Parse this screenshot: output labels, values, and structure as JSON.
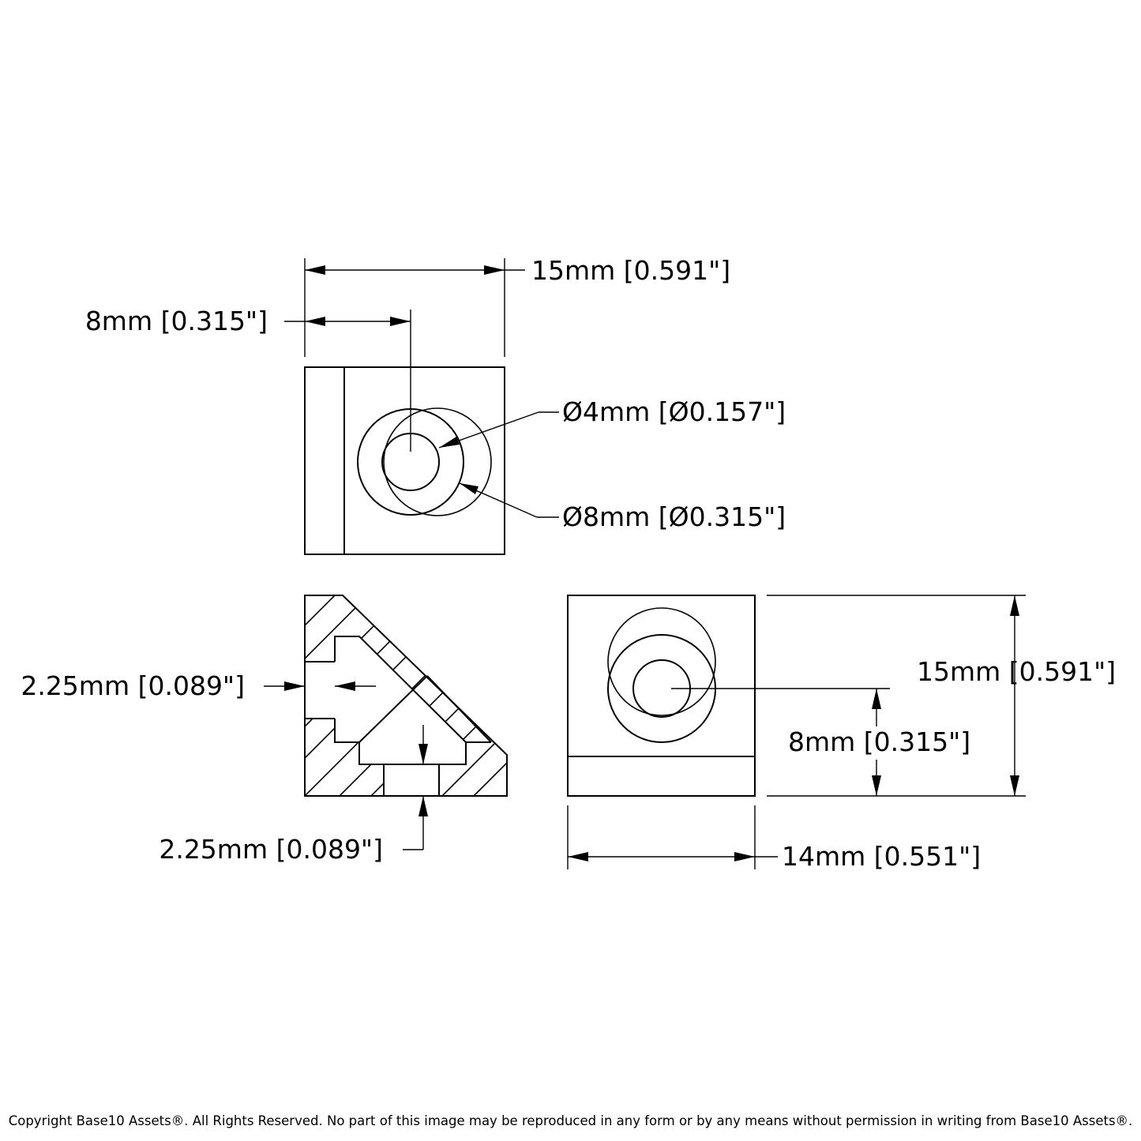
{
  "dimensions": {
    "top_width": "15mm [0.591\"]",
    "top_hole_offset": "8mm [0.315\"]",
    "hole_diameter_small": "Ø4mm [Ø0.157\"]",
    "hole_diameter_large": "Ø8mm [Ø0.315\"]",
    "section_wall_side": "2.25mm [0.089\"]",
    "section_wall_bottom": "2.25mm [0.089\"]",
    "front_height": "15mm [0.591\"]",
    "front_hole_height": "8mm [0.315\"]",
    "front_width": "14mm [0.551\"]"
  },
  "footer": {
    "copyright": "Copyright Base10 Assets®.  All Rights Reserved. No part of this image may be reproduced in any form or by any means without permission in writing from Base10 Assets®."
  }
}
